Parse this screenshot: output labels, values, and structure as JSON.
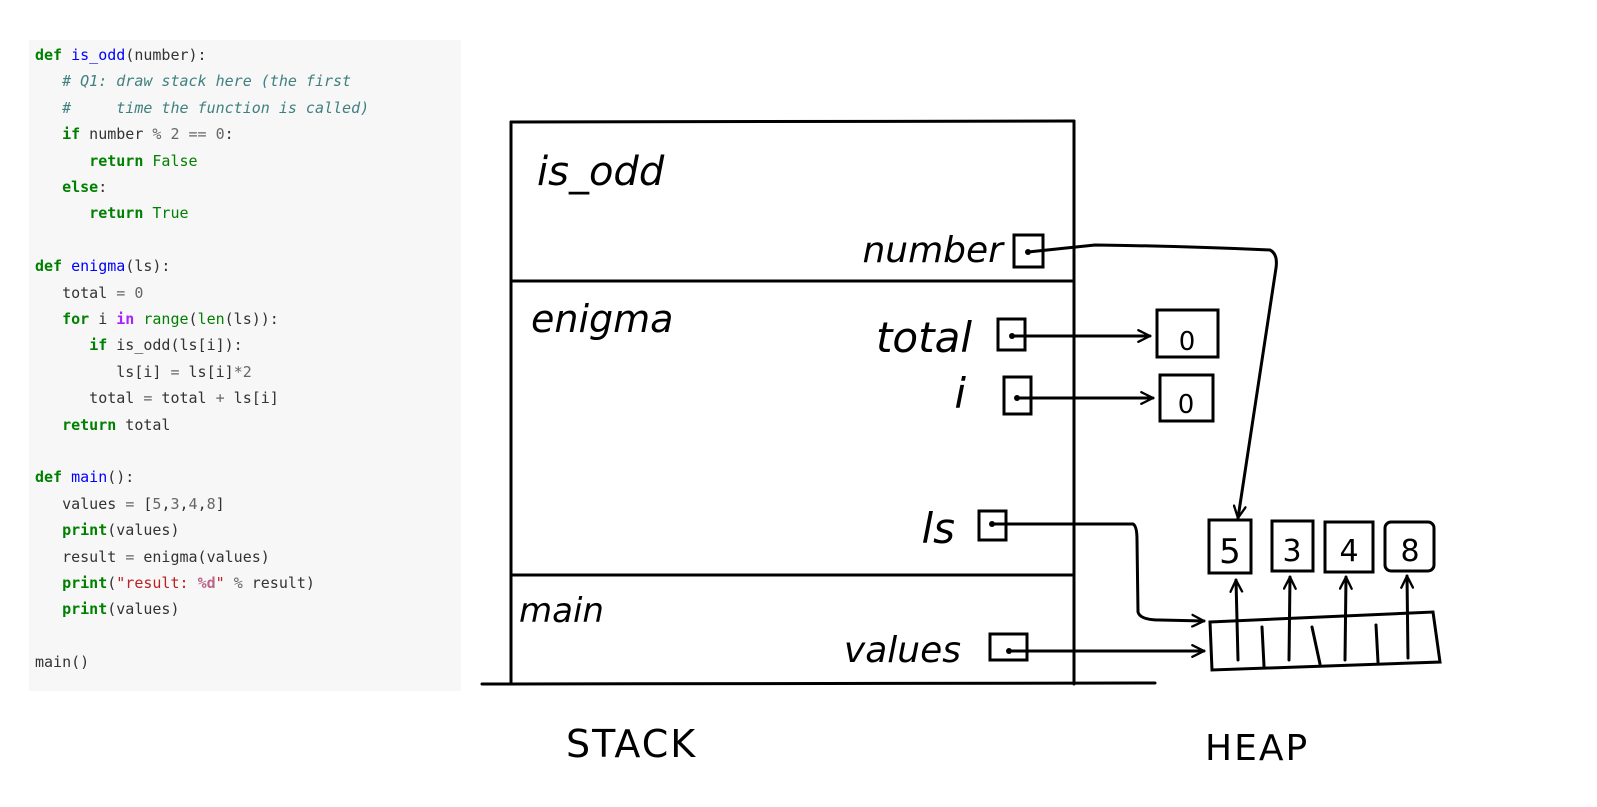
{
  "code": [
    [
      {
        "t": "def",
        "c": "kw"
      },
      {
        "t": " ",
        "c": "n"
      },
      {
        "t": "is_odd",
        "c": "def"
      },
      {
        "t": "(number):",
        "c": "n"
      }
    ],
    [
      {
        "t": "   ",
        "c": "n"
      },
      {
        "t": "# Q1: draw stack here (the first",
        "c": "cm"
      }
    ],
    [
      {
        "t": "   ",
        "c": "n"
      },
      {
        "t": "#     time the function is called)",
        "c": "cm"
      }
    ],
    [
      {
        "t": "   ",
        "c": "n"
      },
      {
        "t": "if",
        "c": "kw"
      },
      {
        "t": " number ",
        "c": "n"
      },
      {
        "t": "%",
        "c": "op"
      },
      {
        "t": " ",
        "c": "n"
      },
      {
        "t": "2",
        "c": "num"
      },
      {
        "t": " ",
        "c": "n"
      },
      {
        "t": "==",
        "c": "op"
      },
      {
        "t": " ",
        "c": "n"
      },
      {
        "t": "0",
        "c": "num"
      },
      {
        "t": ":",
        "c": "n"
      }
    ],
    [
      {
        "t": "      ",
        "c": "n"
      },
      {
        "t": "return",
        "c": "kw"
      },
      {
        "t": " ",
        "c": "n"
      },
      {
        "t": "False",
        "c": "bi"
      }
    ],
    [
      {
        "t": "   ",
        "c": "n"
      },
      {
        "t": "else",
        "c": "kw"
      },
      {
        "t": ":",
        "c": "n"
      }
    ],
    [
      {
        "t": "      ",
        "c": "n"
      },
      {
        "t": "return",
        "c": "kw"
      },
      {
        "t": " ",
        "c": "n"
      },
      {
        "t": "True",
        "c": "bi"
      }
    ],
    [],
    [
      {
        "t": "def",
        "c": "kw"
      },
      {
        "t": " ",
        "c": "n"
      },
      {
        "t": "enigma",
        "c": "def"
      },
      {
        "t": "(ls):",
        "c": "n"
      }
    ],
    [
      {
        "t": "   total ",
        "c": "n"
      },
      {
        "t": "=",
        "c": "op"
      },
      {
        "t": " ",
        "c": "n"
      },
      {
        "t": "0",
        "c": "num"
      }
    ],
    [
      {
        "t": "   ",
        "c": "n"
      },
      {
        "t": "for",
        "c": "kw"
      },
      {
        "t": " i ",
        "c": "n"
      },
      {
        "t": "in",
        "c": "ow"
      },
      {
        "t": " ",
        "c": "n"
      },
      {
        "t": "range",
        "c": "bi"
      },
      {
        "t": "(",
        "c": "n"
      },
      {
        "t": "len",
        "c": "bi"
      },
      {
        "t": "(ls)):",
        "c": "n"
      }
    ],
    [
      {
        "t": "      ",
        "c": "n"
      },
      {
        "t": "if",
        "c": "kw"
      },
      {
        "t": " is_odd(ls[i]):",
        "c": "n"
      }
    ],
    [
      {
        "t": "         ls[i] ",
        "c": "n"
      },
      {
        "t": "=",
        "c": "op"
      },
      {
        "t": " ls[i]",
        "c": "n"
      },
      {
        "t": "*",
        "c": "op"
      },
      {
        "t": "2",
        "c": "num"
      }
    ],
    [
      {
        "t": "      total ",
        "c": "n"
      },
      {
        "t": "=",
        "c": "op"
      },
      {
        "t": " total ",
        "c": "n"
      },
      {
        "t": "+",
        "c": "op"
      },
      {
        "t": " ls[i]",
        "c": "n"
      }
    ],
    [
      {
        "t": "   ",
        "c": "n"
      },
      {
        "t": "return",
        "c": "kw"
      },
      {
        "t": " total",
        "c": "n"
      }
    ],
    [],
    [
      {
        "t": "def",
        "c": "kw"
      },
      {
        "t": " ",
        "c": "n"
      },
      {
        "t": "main",
        "c": "def"
      },
      {
        "t": "():",
        "c": "n"
      }
    ],
    [
      {
        "t": "   values ",
        "c": "n"
      },
      {
        "t": "=",
        "c": "op"
      },
      {
        "t": " [",
        "c": "n"
      },
      {
        "t": "5",
        "c": "num"
      },
      {
        "t": ",",
        "c": "n"
      },
      {
        "t": "3",
        "c": "num"
      },
      {
        "t": ",",
        "c": "n"
      },
      {
        "t": "4",
        "c": "num"
      },
      {
        "t": ",",
        "c": "n"
      },
      {
        "t": "8",
        "c": "num"
      },
      {
        "t": "]",
        "c": "n"
      }
    ],
    [
      {
        "t": "   ",
        "c": "n"
      },
      {
        "t": "print",
        "c": "kw"
      },
      {
        "t": "(values)",
        "c": "n"
      }
    ],
    [
      {
        "t": "   result ",
        "c": "n"
      },
      {
        "t": "=",
        "c": "op"
      },
      {
        "t": " enigma(values)",
        "c": "n"
      }
    ],
    [
      {
        "t": "   ",
        "c": "n"
      },
      {
        "t": "print",
        "c": "kw"
      },
      {
        "t": "(",
        "c": "n"
      },
      {
        "t": "\"result: ",
        "c": "str"
      },
      {
        "t": "%d",
        "c": "si"
      },
      {
        "t": "\"",
        "c": "str"
      },
      {
        "t": " ",
        "c": "n"
      },
      {
        "t": "%",
        "c": "op"
      },
      {
        "t": " result)",
        "c": "n"
      }
    ],
    [
      {
        "t": "   ",
        "c": "n"
      },
      {
        "t": "print",
        "c": "kw"
      },
      {
        "t": "(values)",
        "c": "n"
      }
    ],
    [],
    [
      {
        "t": "main()",
        "c": "n"
      }
    ]
  ],
  "stack": {
    "frames": {
      "is_odd": "is_odd",
      "enigma": "enigma",
      "main": "main"
    },
    "vars": {
      "number": "number",
      "total": "total",
      "i": "i",
      "ls": "ls",
      "values": "values"
    },
    "label": "STACK"
  },
  "heap": {
    "total_value": "0",
    "i_value": "0",
    "list_values": [
      "5",
      "3",
      "4",
      "8"
    ],
    "label": "HEAP"
  },
  "colors": {
    "code_bg": "#f7f7f7",
    "keyword": "#008000",
    "function_name": "#0000ff",
    "comment": "#408080",
    "string": "#ba2121",
    "operator_word": "#aa22ff",
    "ink": "#000000"
  }
}
